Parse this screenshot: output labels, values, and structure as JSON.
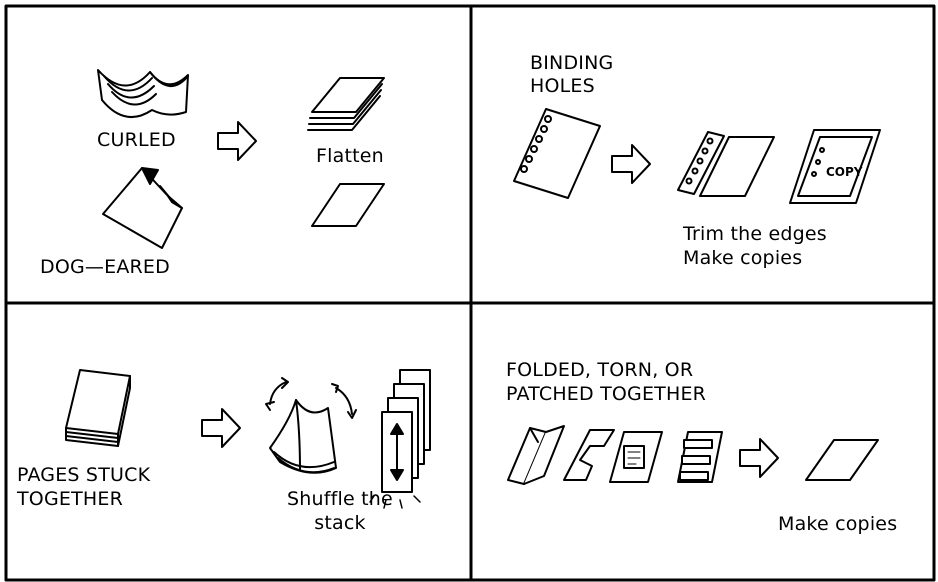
{
  "colors": {
    "line": "#000000",
    "background": "#ffffff"
  },
  "panels": {
    "top_left": {
      "curled_label": "CURLED",
      "dog_eared_label": "DOG—EARED",
      "action_label": "Flatten",
      "icons": [
        "curled-pages-icon",
        "arrow-right-icon",
        "flat-stack-icon",
        "dog-eared-page-icon",
        "flat-page-icon"
      ]
    },
    "top_right": {
      "title_line1": "BINDING",
      "title_line2": "HOLES",
      "action_line1": "Trim the edges",
      "action_line2": "Make copies",
      "copy_stamp": "COPY",
      "icons": [
        "punched-page-icon",
        "arrow-right-icon",
        "trimmed-page-icon",
        "copy-page-icon"
      ]
    },
    "bottom_left": {
      "title_line1": "PAGES STUCK",
      "title_line2": "TOGETHER",
      "action_line1": "Shuffle the",
      "action_line2": "stack",
      "icons": [
        "stuck-stack-icon",
        "arrow-right-icon",
        "fanned-pages-icon",
        "separated-sheets-icon"
      ]
    },
    "bottom_right": {
      "title_line1": "FOLDED, TORN, OR",
      "title_line2": "PATCHED TOGETHER",
      "action_label": "Make copies",
      "icons": [
        "folded-page-icon",
        "torn-page-icon",
        "patched-page-icon",
        "taped-page-icon",
        "arrow-right-icon",
        "flat-page-icon"
      ]
    }
  }
}
